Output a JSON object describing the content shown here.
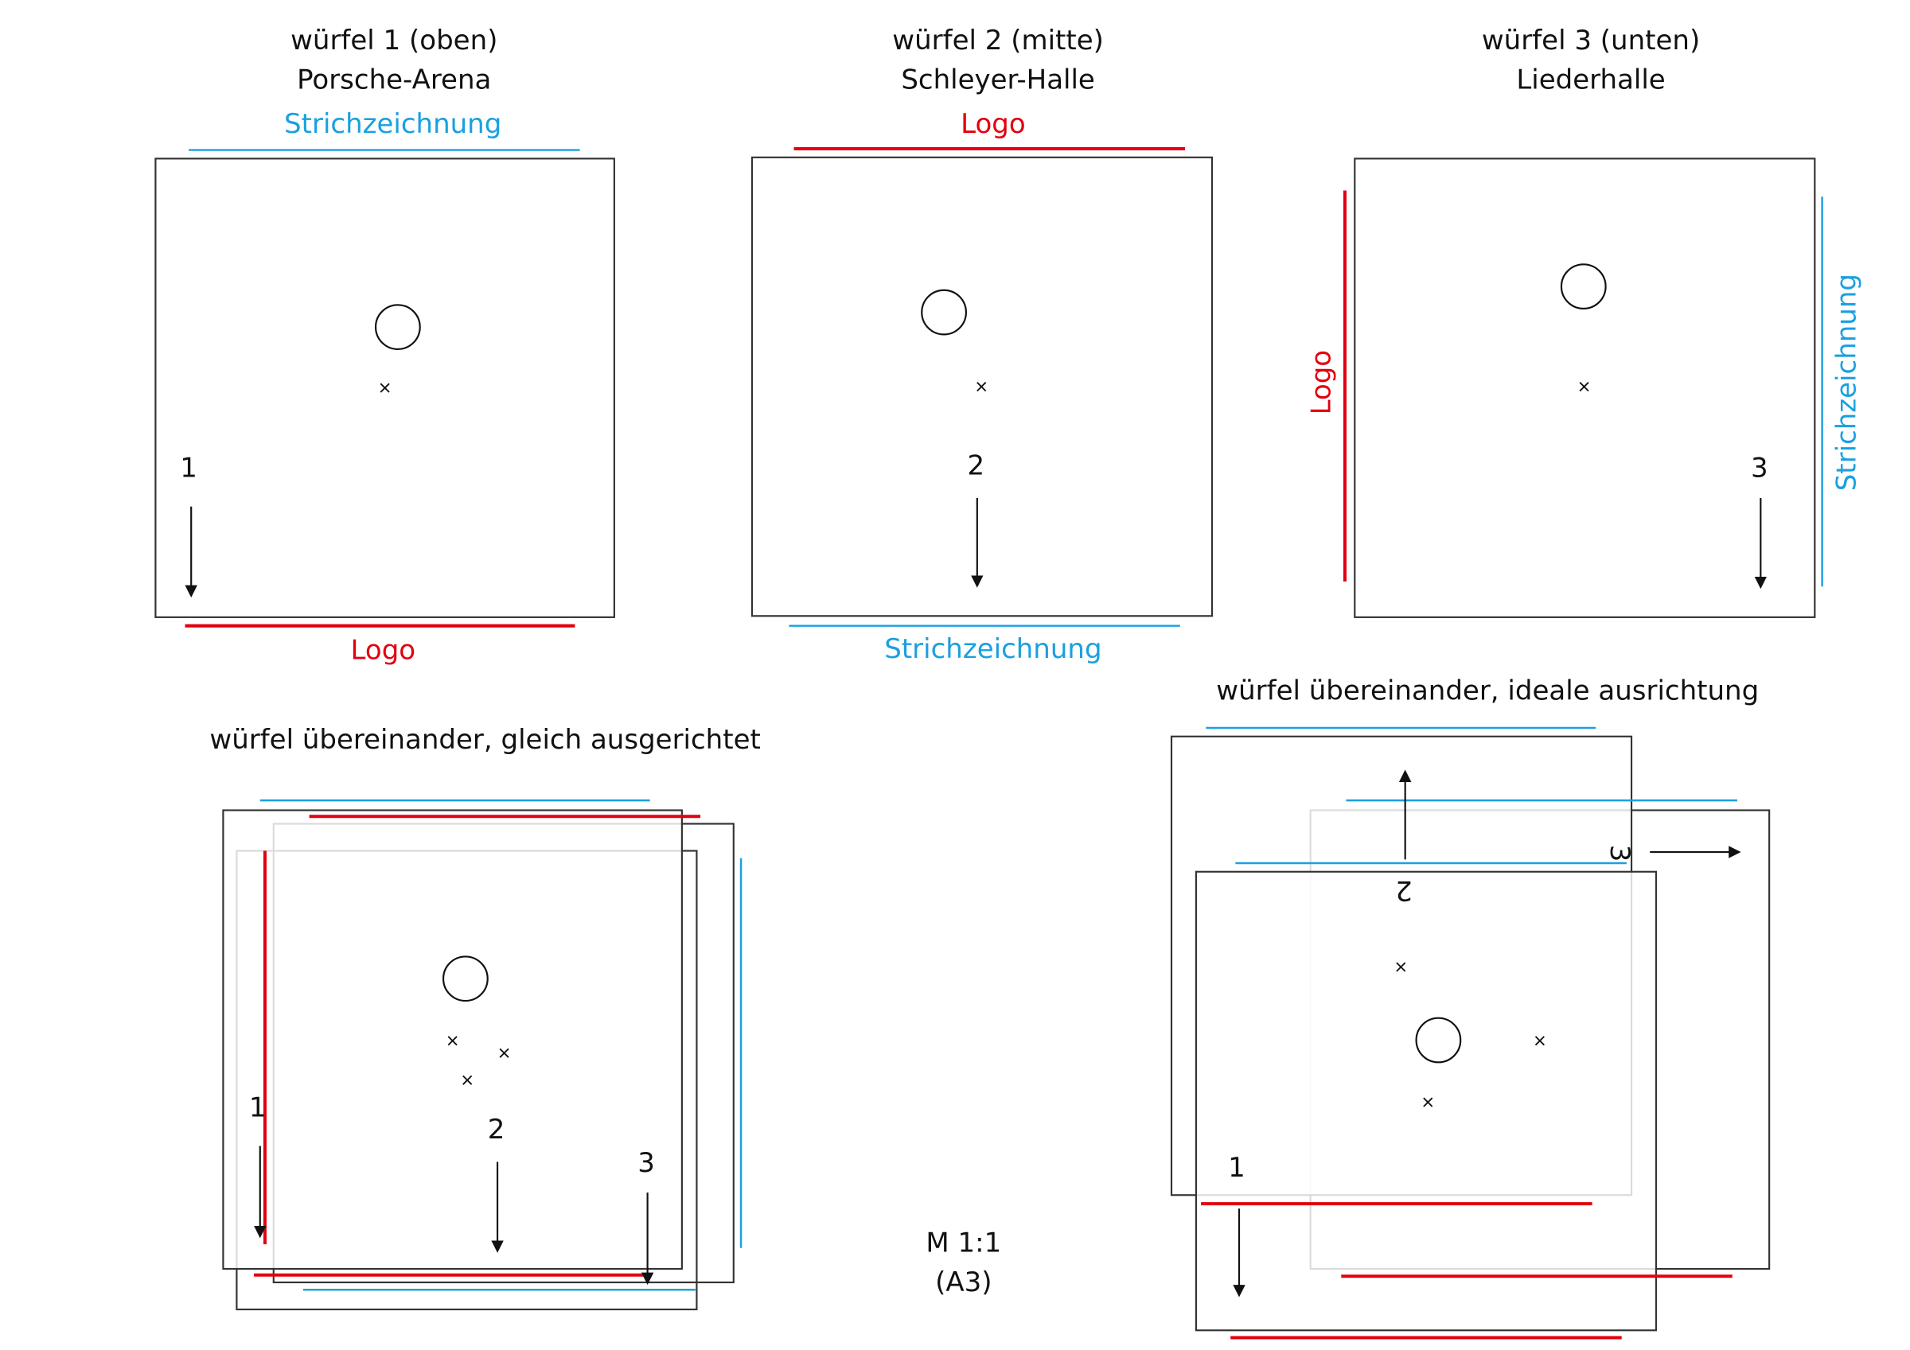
{
  "cubes": [
    {
      "title": "würfel 1 (oben)",
      "venue": "Porsche-Arena",
      "top_label": "Strichzeichnung",
      "bottom_label": "Logo",
      "number": "1"
    },
    {
      "title": "würfel 2 (mitte)",
      "venue": "Schleyer-Halle",
      "top_label": "Logo",
      "bottom_label": "Strichzeichnung",
      "number": "2"
    },
    {
      "title": "würfel 3 (unten)",
      "venue": "Liederhalle",
      "left_label": "Logo",
      "right_label": "Strichzeichnung",
      "number": "3"
    }
  ],
  "overlay_same": {
    "title": "würfel übereinander,  gleich ausgerichtet",
    "numbers": [
      "1",
      "2",
      "3"
    ]
  },
  "overlay_ideal": {
    "title": "würfel übereinander,  ideale ausrichtung",
    "numbers": [
      "1",
      "2",
      "3"
    ]
  },
  "scale": {
    "line1": "M 1:1",
    "line2": "(A3)"
  },
  "colors": {
    "logo": "#e3000f",
    "strichzeichnung": "#1aa0e0"
  }
}
